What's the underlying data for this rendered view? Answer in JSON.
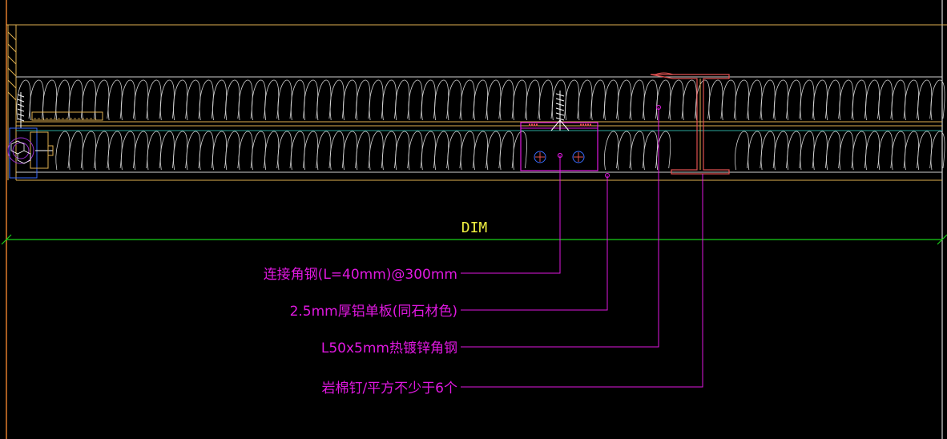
{
  "drawing": {
    "dimension_label": "DIM",
    "callouts": [
      {
        "label": "连接角钢(L=40mm)@300mm"
      },
      {
        "label": "2.5mm厚铝单板(同石材色)"
      },
      {
        "label": "L50x5mm热镀锌角钢"
      },
      {
        "label": "岩棉钉/平方不少于6个"
      }
    ],
    "colors": {
      "background": "#000000",
      "callout": "#e018e0",
      "dimension": "#18d018",
      "dimension_text": "#f0f040",
      "insulation": "#d0d0d0",
      "panel_line": "#e0b050",
      "steel": "#e05050",
      "fastener": "#ffffff",
      "accent_blue": "#3a6cff"
    }
  }
}
